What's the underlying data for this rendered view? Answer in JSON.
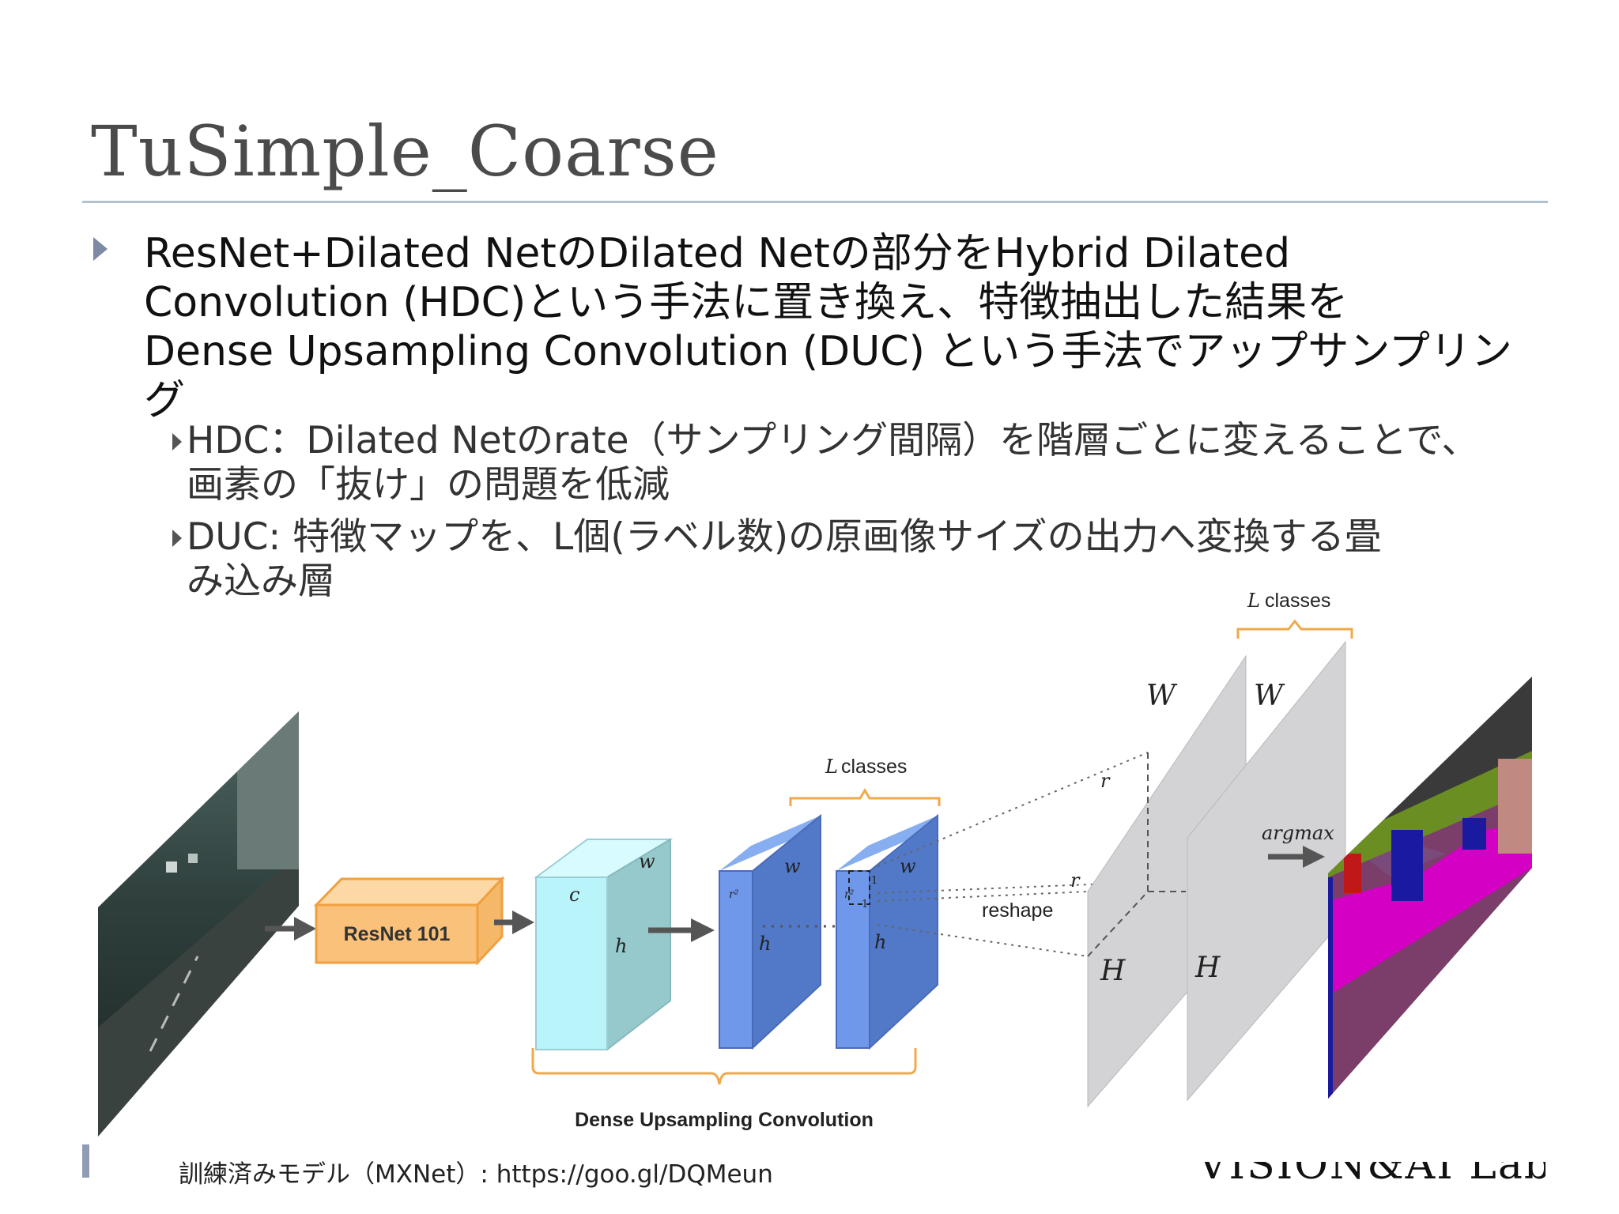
{
  "slide": {
    "title": "TuSimple_Coarse",
    "bullet_main": [
      "ResNet+Dilated NetのDilated Netの部分をHybrid Dilated",
      "Convolution (HDC)という手法に置き換え、特徴抽出した結果を",
      "Dense Upsampling Convolution (DUC) という手法でアップサンプリン",
      "グ"
    ],
    "sub_bullets": [
      {
        "lines": [
          "HDC：Dilated Netのrate（サンプリング間隔）を階層ごとに変えることで、",
          "画素の「抜け」の問題を低減"
        ]
      },
      {
        "lines": [
          "DUC: 特徴マップを、L個(ラベル数)の原画像サイズの出力へ変換する畳",
          "み込み層"
        ]
      }
    ],
    "footer": "訓練済みモデル（MXNet）: https://goo.gl/DQMeun",
    "logo": "VISION&AI Lab"
  },
  "diagram": {
    "resnet_label": "ResNet 101",
    "duc_label": "Dense Upsampling Convolution",
    "l_classes_label": "L",
    "classes_word": "classes",
    "reshape_label": "reshape",
    "argmax_label": "argmax",
    "c": "c",
    "h": "h",
    "w": "w",
    "r2": "r²",
    "r": "r",
    "one": "1",
    "W": "W",
    "H": "H"
  },
  "colors": {
    "title": "#4b4b4b",
    "rule": "#b4c1cf",
    "bullet_marker": "#7c8aa4",
    "resnet_fill": "#f9c17a",
    "resnet_stroke": "#f0a040",
    "feature_front": "#b9f4fb",
    "feature_side": "#96c9cc",
    "duc_front": "#6f98ea",
    "duc_side": "#5278c8",
    "plane": "#d3d3d6",
    "brace": "#f0a84a"
  }
}
